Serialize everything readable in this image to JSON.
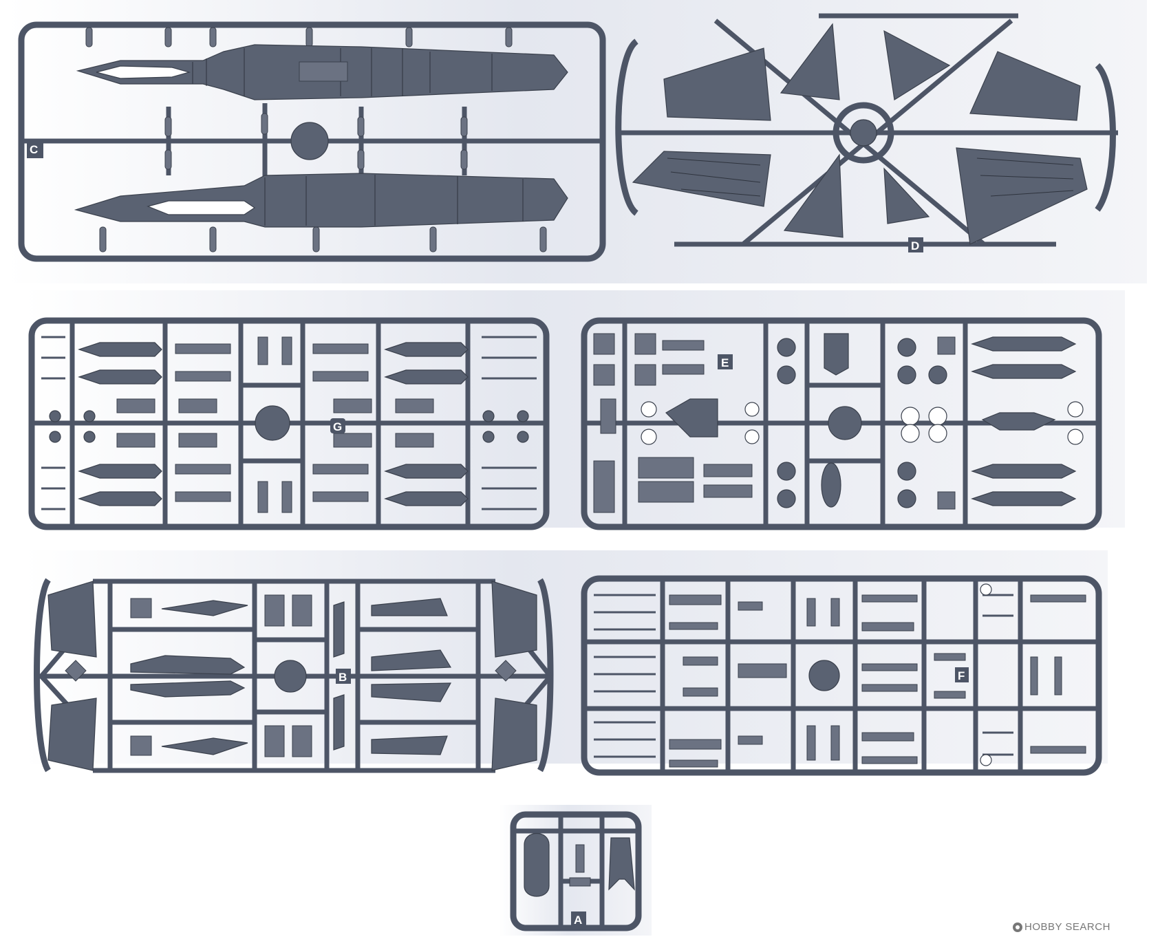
{
  "sprues": [
    {
      "id": "sprue-c",
      "label": "C"
    },
    {
      "id": "sprue-d",
      "label": "D"
    },
    {
      "id": "sprue-g",
      "label": "G"
    },
    {
      "id": "sprue-e",
      "label": "E"
    },
    {
      "id": "sprue-b",
      "label": "B"
    },
    {
      "id": "sprue-f",
      "label": "F"
    },
    {
      "id": "sprue-a",
      "label": "A"
    }
  ],
  "watermark": {
    "text": "HOBBY SEARCH",
    "icon": "hobby-search-logo-icon",
    "color": "#777777"
  },
  "colors": {
    "plastic": "#5a6272",
    "frame": "#4d5566",
    "background": "#ffffff"
  }
}
